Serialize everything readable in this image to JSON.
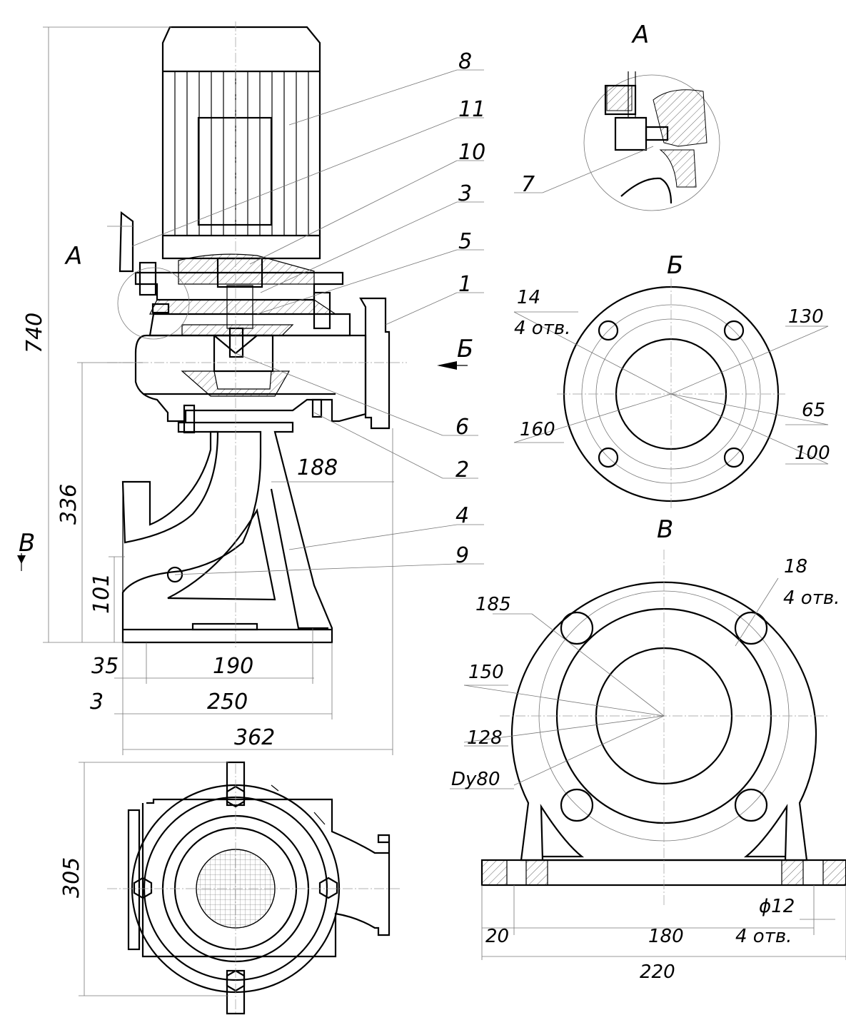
{
  "part_numbers": {
    "p8": "8",
    "p11": "11",
    "p10": "10",
    "p3": "3",
    "p5": "5",
    "p1": "1",
    "p6": "6",
    "p2": "2",
    "p4": "4",
    "p9": "9",
    "p7": "7"
  },
  "view_labels": {
    "detail_a_title": "A",
    "detail_a_callout": "A",
    "section_b_title": "Б",
    "section_b_arrow": "Б",
    "view_v_title": "В",
    "view_v_arrow": "В"
  },
  "front_view_dims": {
    "h_740": "740",
    "h_336": "336",
    "h_101": "101",
    "w_188": "188",
    "w_35": "35",
    "w_190": "190",
    "w_3": "3",
    "w_250": "250",
    "w_362": "362"
  },
  "bottom_view_dims": {
    "h_305": "305"
  },
  "flange_b_dims": {
    "holes_dia": "14",
    "holes_count": "4 отв.",
    "d_130": "130",
    "d_160": "160",
    "d_65": "65",
    "d_100": "100"
  },
  "flange_v_dims": {
    "holes_dia": "18",
    "holes_count": "4 отв.",
    "d_185": "185",
    "d_150": "150",
    "d_128": "128",
    "dn": "Dy80",
    "foot_hole_dia": "ϕ12",
    "foot_hole_count": "4 отв.",
    "w_20": "20",
    "w_180": "180",
    "w_220": "220"
  }
}
